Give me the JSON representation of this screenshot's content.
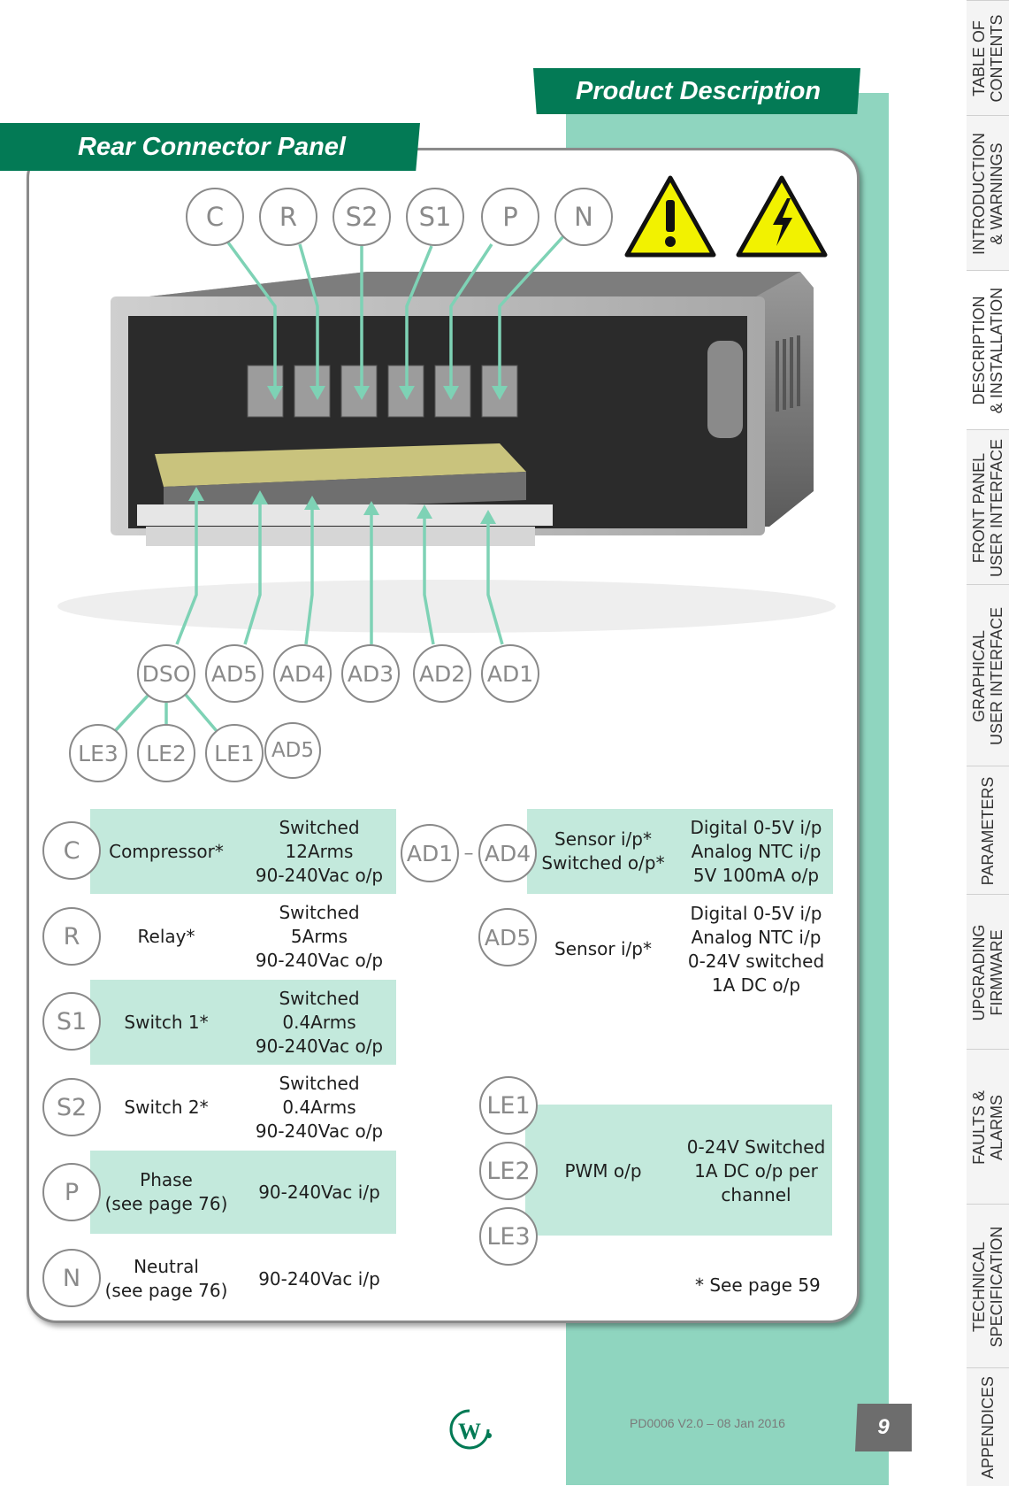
{
  "header": {
    "section_title": "Product Description",
    "panel_title": "Rear Connector Panel"
  },
  "diagram": {
    "top_labels": [
      "C",
      "R",
      "S2",
      "S1",
      "P",
      "N"
    ],
    "bottom_labels": [
      "DSO",
      "AD5",
      "AD4",
      "AD3",
      "AD2",
      "AD1"
    ],
    "le_labels": [
      "LE3",
      "LE2",
      "LE1",
      "AD5"
    ]
  },
  "table_left": [
    {
      "code": "C",
      "name": "Compressor*",
      "spec": [
        "Switched",
        "12Arms",
        "90-240Vac o/p"
      ]
    },
    {
      "code": "R",
      "name": "Relay*",
      "spec": [
        "Switched",
        "5Arms",
        "90-240Vac o/p"
      ]
    },
    {
      "code": "S1",
      "name": "Switch 1*",
      "spec": [
        "Switched",
        "0.4Arms",
        "90-240Vac o/p"
      ]
    },
    {
      "code": "S2",
      "name": "Switch 2*",
      "spec": [
        "Switched",
        "0.4Arms",
        "90-240Vac o/p"
      ]
    },
    {
      "code": "P",
      "name": [
        "Phase",
        "(see page 76)"
      ],
      "spec": [
        "90-240Vac i/p"
      ]
    },
    {
      "code": "N",
      "name": [
        "Neutral",
        "(see page 76)"
      ],
      "spec": [
        "90-240Vac i/p"
      ]
    }
  ],
  "table_right": {
    "ad1_ad4": {
      "code_a": "AD1",
      "dash": "–",
      "code_b": "AD4",
      "name": [
        "Sensor i/p*",
        "Switched o/p*"
      ],
      "spec": [
        "Digital 0-5V i/p",
        "Analog NTC i/p",
        "5V 100mA o/p"
      ]
    },
    "ad5": {
      "code": "AD5",
      "name": "Sensor i/p*",
      "spec": [
        "Digital 0-5V i/p",
        "Analog NTC i/p",
        "0-24V switched",
        "1A DC o/p"
      ]
    },
    "le": {
      "codes": [
        "LE1",
        "LE2",
        "LE3"
      ],
      "name": "PWM o/p",
      "spec": [
        "0-24V Switched",
        "1A DC o/p per",
        "channel"
      ]
    }
  },
  "footnote": "* See page 59",
  "footer": {
    "doc_code": "PD0006 V2.0 – 08 Jan 2016",
    "page_number": "9"
  },
  "side_tabs": [
    {
      "lines": [
        "TABLE OF",
        "CONTENTS"
      ]
    },
    {
      "lines": [
        "INTRODUCTION",
        "& WARNINGS"
      ]
    },
    {
      "lines": [
        "DESCRIPTION",
        "& INSTALLATION"
      ]
    },
    {
      "lines": [
        "FRONT PANEL",
        "USER INTERFACE"
      ]
    },
    {
      "lines": [
        "GRAPHICAL",
        "USER INTERFACE"
      ]
    },
    {
      "lines": [
        "PARAMETERS"
      ]
    },
    {
      "lines": [
        "UPGRADING",
        "FIRMWARE"
      ]
    },
    {
      "lines": [
        "FAULTS &",
        "ALARMS"
      ]
    },
    {
      "lines": [
        "TECHNICAL",
        "SPECIFICATION"
      ]
    },
    {
      "lines": [
        "APPENDICES"
      ]
    }
  ],
  "colors": {
    "brand_green": "#037a55",
    "strip_green": "#8fd5bf",
    "row_green": "#c3e9dc",
    "warning_yellow": "#f2f200"
  }
}
